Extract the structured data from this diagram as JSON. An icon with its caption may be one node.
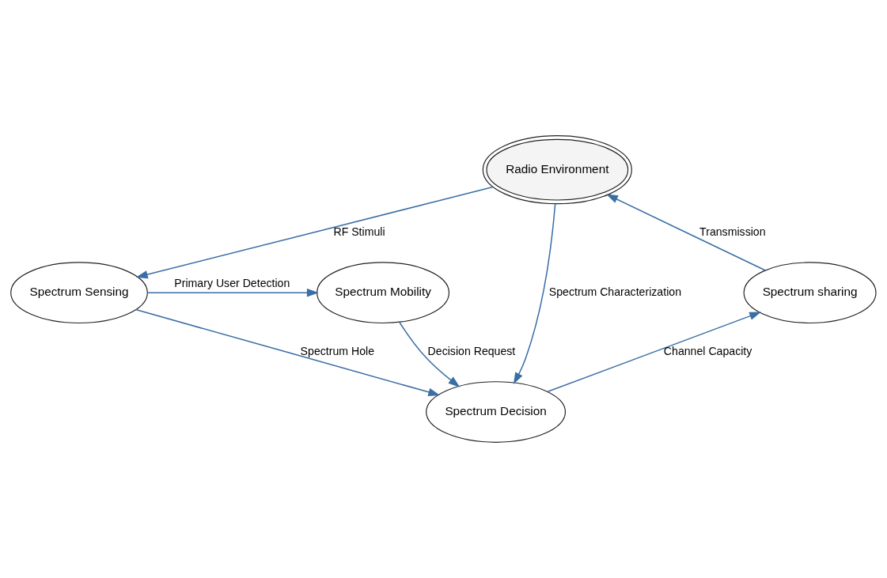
{
  "diagram": {
    "nodes": [
      {
        "text": [
          "Radio Environment"
        ]
      },
      {
        "text": [
          "Spectrum Mobility"
        ]
      },
      {
        "text": [
          "Spectrum Sensing"
        ]
      },
      {
        "text": [
          "Spectrum sharing"
        ]
      },
      {
        "text": [
          "Spectrum Decision"
        ]
      }
    ],
    "edges": [
      {
        "from": 0,
        "to": 2,
        "arrow": "to",
        "label": "RF Stimuli"
      },
      {
        "from": 2,
        "to": 1,
        "arrow": "to",
        "label": "Primary User Detection"
      },
      {
        "from": 1,
        "to": 4,
        "arrow": "to",
        "label": "Decision Request"
      },
      {
        "from": 2,
        "to": 4,
        "arrow": "to",
        "label": "Spectrum Hole"
      },
      {
        "from": 0,
        "to": 4,
        "arrow": "to",
        "label": "Spectrum Characterization"
      },
      {
        "from": 4,
        "to": 3,
        "arrow": "to",
        "label": "Channel Capacity"
      },
      {
        "from": 3,
        "to": 0,
        "arrow": "to",
        "label": "Transmission"
      }
    ]
  }
}
